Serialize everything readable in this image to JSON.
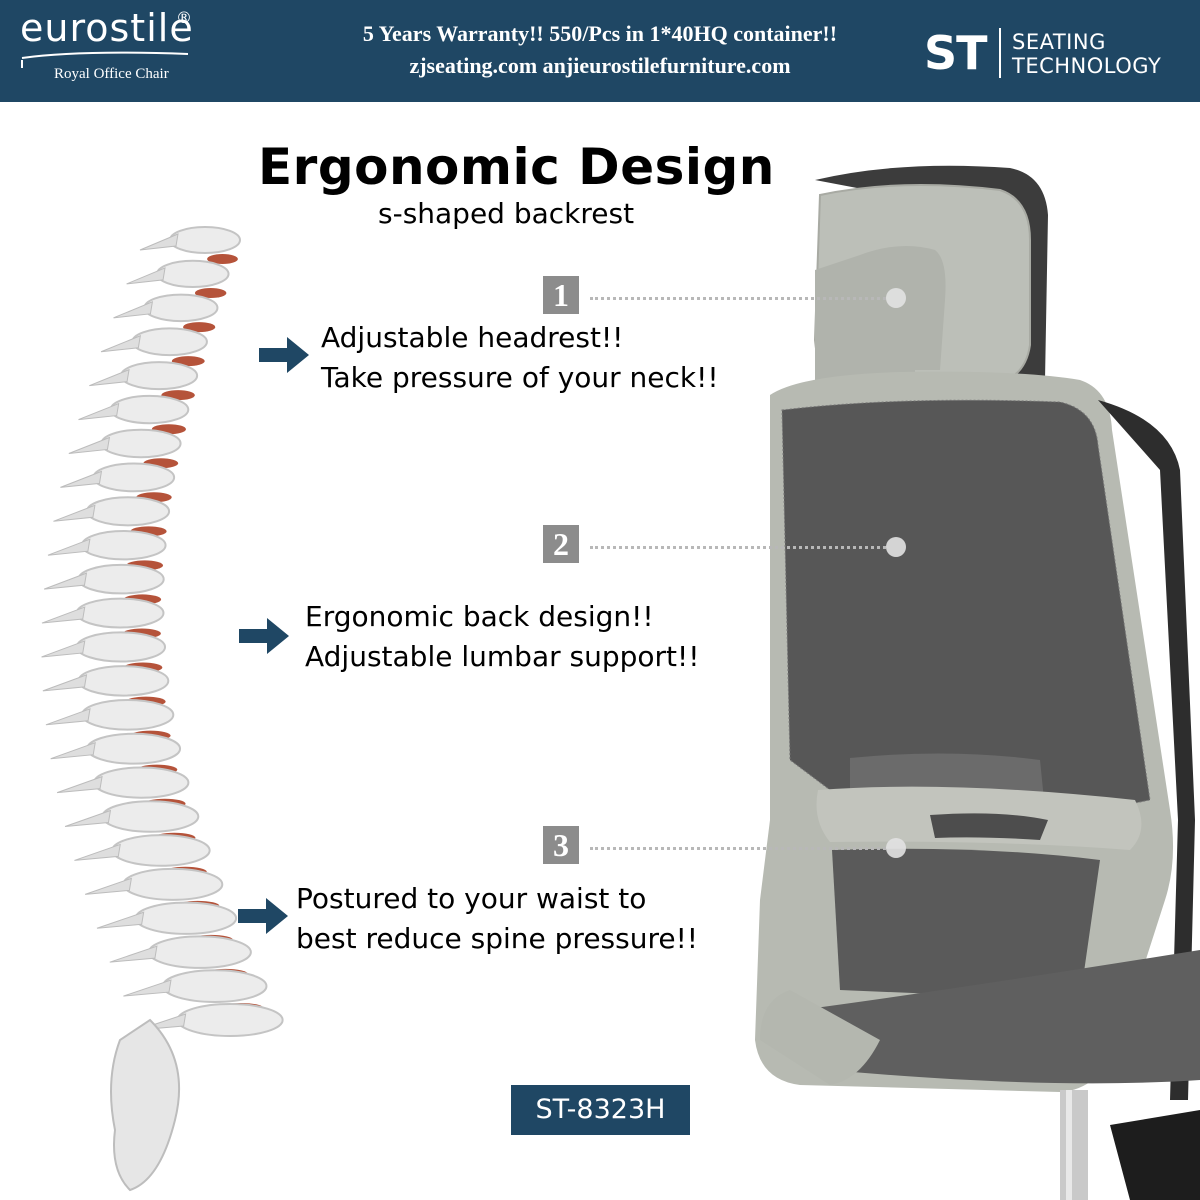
{
  "header": {
    "brand_name": "eurostile",
    "brand_reg": "®",
    "brand_tagline": "Royal Office Chair",
    "promo_line1": "5 Years Warranty!!  550/Pcs in 1*40HQ container!!",
    "promo_line2": "zjseating.com  anjieurostilefurniture.com",
    "st_mark": "ST",
    "st_line1": "SEATING",
    "st_line2": "TECHNOLOGY"
  },
  "title": "Ergonomic Design",
  "subtitle": "s-shaped backrest",
  "callouts": [
    {
      "number": "1",
      "line1": "Adjustable headrest!!",
      "line2": "Take pressure of your neck!!"
    },
    {
      "number": "2",
      "line1": "Ergonomic back design!!",
      "line2": "Adjustable lumbar support!!"
    },
    {
      "number": "3",
      "line1": "Postured to your waist to",
      "line2": "best reduce spine pressure!!"
    }
  ],
  "model": "ST-8323H",
  "colors": {
    "header_bg": "#1f4764",
    "arrow": "#1f4764",
    "badge": "#8c8c8c",
    "chair_frame": "#b9bcb4",
    "mesh": "#4a4a4a",
    "disc": "#b5533a"
  },
  "icons": [
    "arrow-right-icon",
    "spine-illustration",
    "office-chair-photo"
  ]
}
